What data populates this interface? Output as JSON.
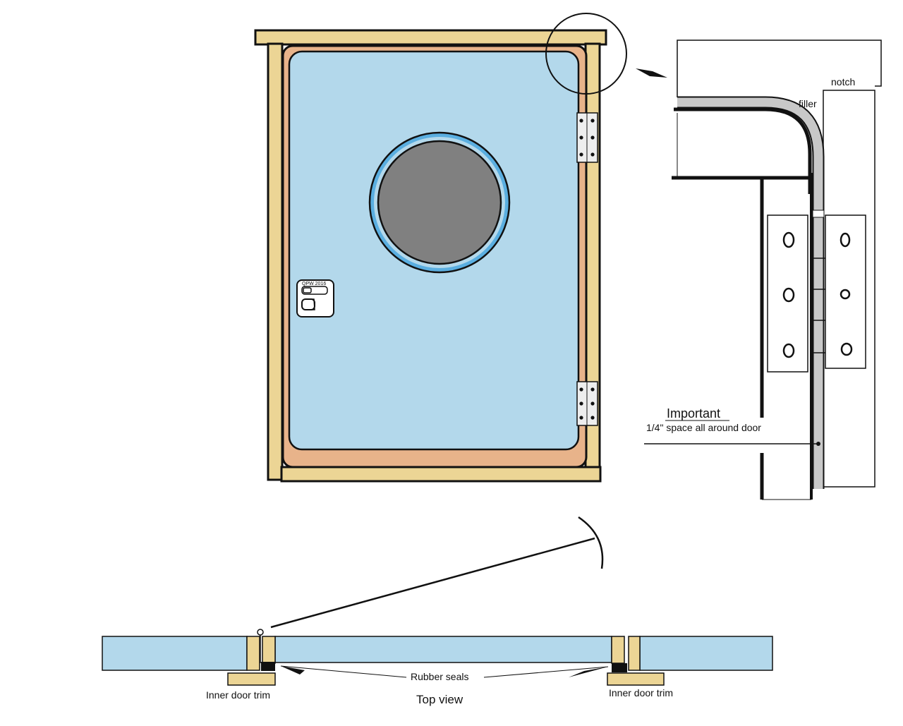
{
  "labels": {
    "notch": "notch",
    "filler": "filler",
    "important": "Important",
    "spacing_note": "1/4\" space all around door",
    "rubber_seals": "Rubber seals",
    "top_view": "Top view",
    "inner_trim_left": "Inner door trim",
    "inner_trim_right": "Inner door trim",
    "latch_stamp": "QPW 2016"
  },
  "colors": {
    "door_blue": "#b3d8eb",
    "seal_orange": "#e8b38a",
    "wood": "#ecd595",
    "porthole_glass": "#808080",
    "porthole_ring": "#5aaee0",
    "filler_gray": "#c8c8c8",
    "line": "#111111"
  }
}
